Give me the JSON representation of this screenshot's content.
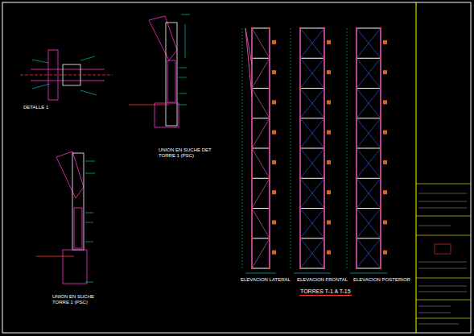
{
  "diagram": {
    "title": "TORRES T-1 A T-15",
    "labels": [
      "DETALLE 1",
      "UNION EN SUCHE DET",
      "TORRE 1 (PSC)",
      "UNION EN SUCHE",
      "TORRE 1 (PSC)",
      "ELEVACION LATERAL",
      "ELEVACION FRONTAL",
      "ELEVACION POSTERIOR"
    ]
  }
}
